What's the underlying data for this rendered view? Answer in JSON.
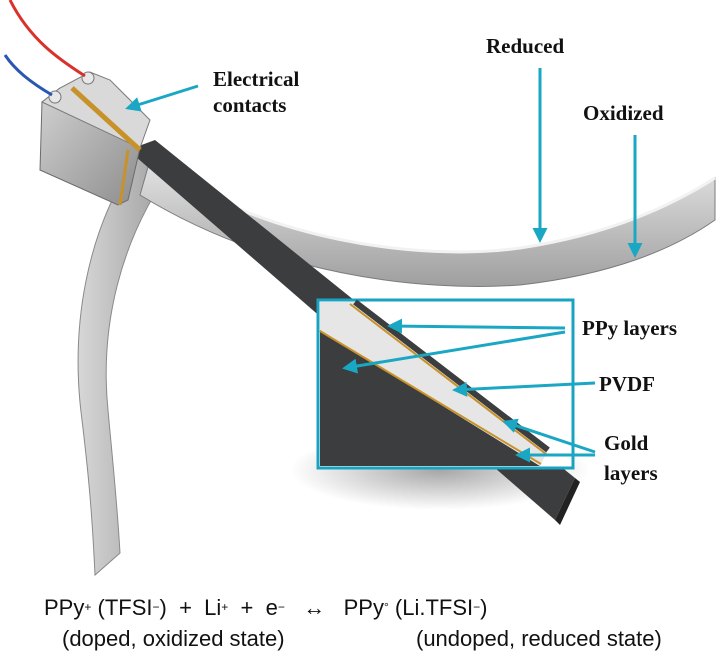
{
  "labels": {
    "electrical_contacts_1": "Electrical",
    "electrical_contacts_2": "contacts",
    "reduced": "Reduced",
    "oxidized": "Oxidized",
    "ppy_layers": "PPy layers",
    "pvdf": "PVDF",
    "gold_1": "Gold",
    "gold_2": "layers"
  },
  "equation": {
    "ppy": "PPy",
    "ppy_charge": "+",
    "tfsi_open": "(TFSI",
    "tfsi_charge": "−",
    "tfsi_close": ")",
    "plus_1": "+",
    "li": "Li",
    "li_charge": "+",
    "plus_2": "+",
    "e": "e",
    "e_charge": "−",
    "arrow": "↔",
    "ppy_neutral": "PPy",
    "ppy_neutral_mark": "°",
    "litfsi_open": "(Li.TFSI",
    "litfsi_charge": "−",
    "litfsi_close": ")",
    "left_state": "(doped, oxidized state)",
    "right_state": "(undoped, reduced state)"
  },
  "colors": {
    "arrow": "#1aa7c4",
    "box": "#1aa3c0",
    "strip": "#c9c9c9",
    "dark": "#3b3d3f",
    "gold": "#c8922a",
    "wire_red": "#d9322a",
    "wire_blue": "#2a57b4"
  }
}
